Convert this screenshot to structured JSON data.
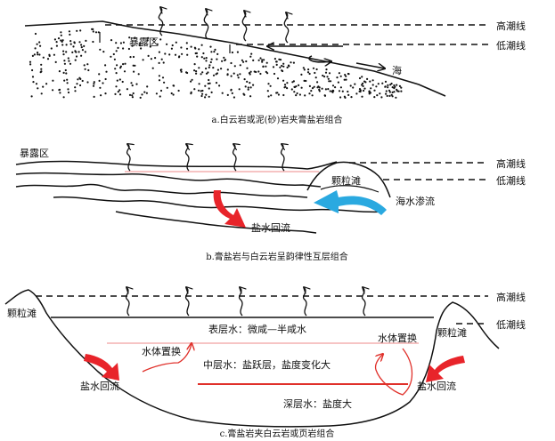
{
  "panel_a": {
    "high_tide": "高潮线",
    "low_tide": "低潮线",
    "exposed_area": "暴露区",
    "sea": "海",
    "caption": "a.白云岩或泥(砂)岩夹膏盐岩组合"
  },
  "panel_b": {
    "exposed_area": "暴露区",
    "high_tide": "高潮线",
    "low_tide": "低潮线",
    "grain_shoal": "颗粒滩",
    "seepage": "海水渗流",
    "brine_reflux": "盐水回流",
    "caption": "b.膏盐岩与白云岩呈韵律性互层组合"
  },
  "panel_c": {
    "high_tide": "高潮线",
    "low_tide": "低潮线",
    "grain_shoal_left": "颗粒滩",
    "grain_shoal_right": "颗粒滩",
    "surface_water": "表层水：微咸—半咸水",
    "exchange_left": "水体置换",
    "exchange_right": "水体置换",
    "middle_water": "中层水：盐跃层，盐度变化大",
    "deep_water": "深层水：盐度大",
    "reflux_left": "盐水回流",
    "reflux_right": "盐水回流",
    "caption": "c.膏盐岩夹白云岩或页岩组合"
  },
  "colors": {
    "ink": "#111111",
    "brine_arrow": "#e8242a",
    "seepage_arrow": "#2aa9e0",
    "halocline": "#e0302a",
    "pale_line": "#f0a0a0"
  }
}
